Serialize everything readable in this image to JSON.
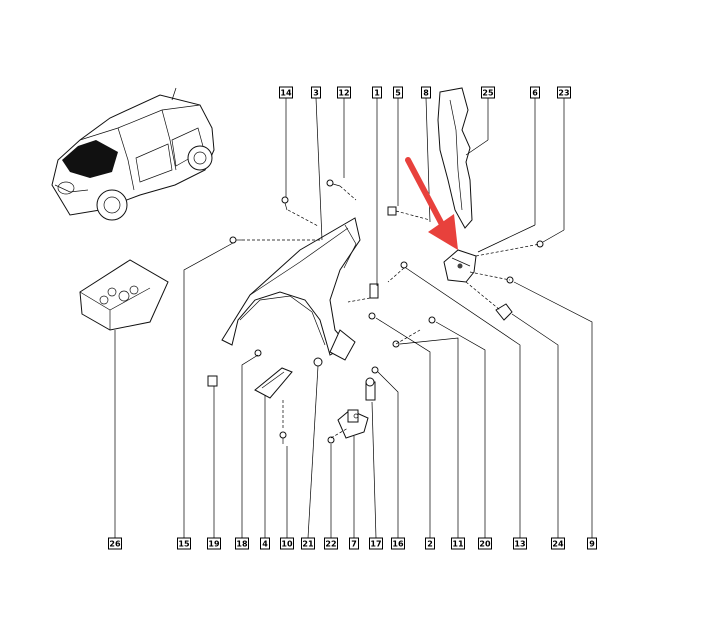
{
  "labels_top": [
    "14",
    "3",
    "12",
    "1",
    "5",
    "8",
    "25",
    "6",
    "23"
  ],
  "labels_bottom": [
    "26",
    "15",
    "19",
    "18",
    "4",
    "10",
    "21",
    "22",
    "7",
    "17",
    "16",
    "2",
    "11",
    "20",
    "13",
    "24",
    "9"
  ],
  "colors": {
    "arrow": "#e8413c",
    "line": "#000000",
    "hood_fill": "#111111"
  },
  "icons": [
    "car-illustration",
    "fender-panel",
    "bracket",
    "screw",
    "clip",
    "parts-kit-box",
    "highlight-arrow"
  ]
}
